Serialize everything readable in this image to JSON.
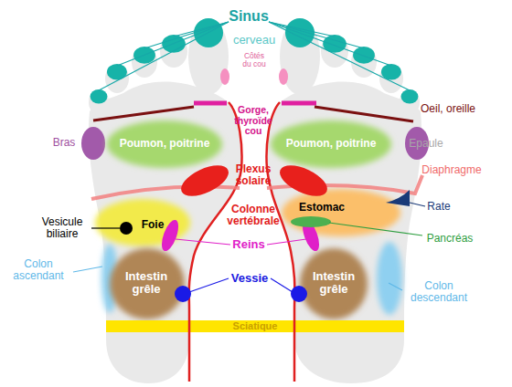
{
  "diagram": {
    "nodes": [
      {
        "text": [
          "Poumon, poitrine"
        ]
      },
      {
        "text": [
          "Poumon, poitrine"
        ]
      },
      {
        "text": [
          "Estomac"
        ]
      },
      {
        "text": [
          "Foie"
        ]
      },
      {
        "text": [
          "Intestin grêle"
        ]
      },
      {
        "text": [
          "Intestin grêle"
        ]
      },
      {
        "text": [
          "Sciatique"
        ]
      }
    ],
    "labels": [
      "Sinus",
      "cerveau",
      "Côtés du cou",
      "Gorge, thyroïde cou",
      "Oeil, oreille",
      "Bras",
      "Epaule",
      "Plexus solaire",
      "Diaphragme",
      "Rate",
      "Colonne vertébrale",
      "Vesicule biliaire",
      "Reins",
      "Pancréas",
      "Colon ascendant",
      "Vessie",
      "Colon descendant"
    ]
  }
}
